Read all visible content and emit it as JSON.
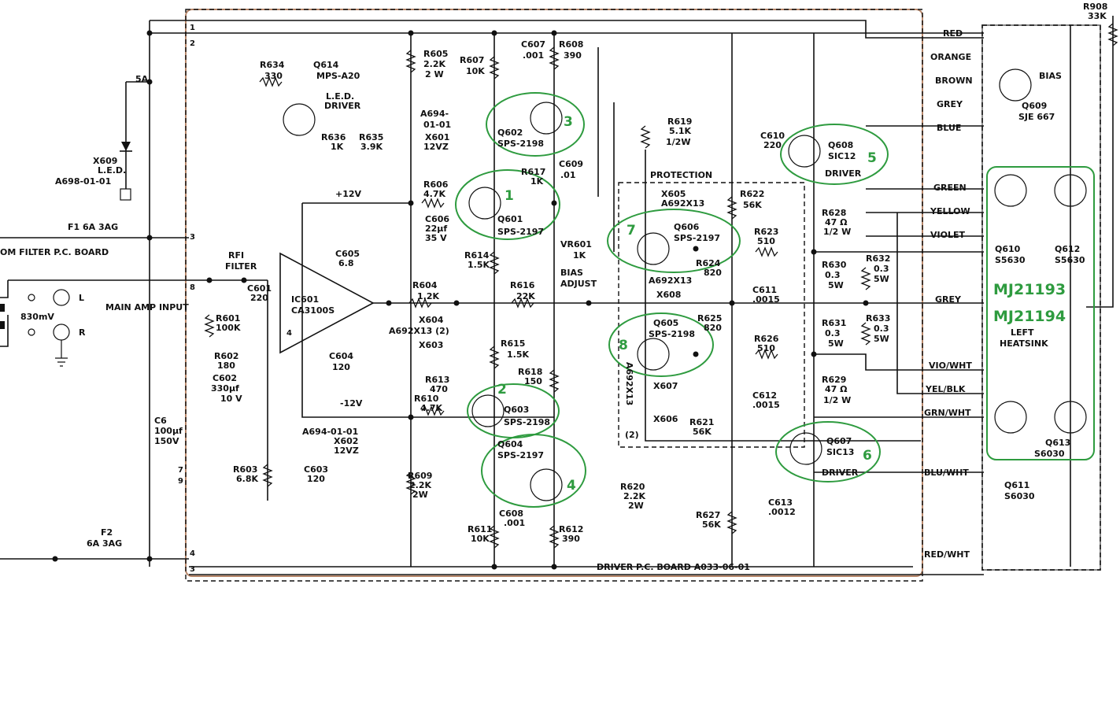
{
  "board": {
    "title": "DRIVER P.C. BOARD A033-06-01",
    "input_label": "MAIN AMP INPUT",
    "input_level": "830mV",
    "ch_l": "L",
    "ch_r": "R",
    "filter_board": "OM FILTER P.C. BOARD",
    "fuse1": "F1 6A 3AG",
    "fuse2": "F2",
    "fuse2_val": "6A 3AG",
    "supply_pos": "+12V",
    "supply_neg": "-12V",
    "rfi": "RFI",
    "rfi2": "FILTER",
    "protection": "PROTECTION",
    "bias_adjust": "BIAS",
    "bias_adjust2": "ADJUST",
    "heatsink": "LEFT",
    "heatsink2": "HEATSINK",
    "mj1": "MJ21193",
    "mj2": "MJ21194",
    "led_current": "5A"
  },
  "wires": [
    "RED",
    "ORANGE",
    "BROWN",
    "GREY",
    "BLUE",
    "GREEN",
    "YELLOW",
    "VIOLET",
    "GREY",
    "VIO/WHT",
    "YEL/BLK",
    "GRN/WHT",
    "BLU/WHT",
    "RED/WHT"
  ],
  "pins": [
    "1",
    "2",
    "8",
    "3",
    "4",
    "7",
    "9",
    "4",
    "3"
  ],
  "components": {
    "q614": "Q614",
    "q614v": "MPS-A20",
    "led_drv": "L.E.D.",
    "led_drv2": "DRIVER",
    "r634": "R634",
    "r634v": "330",
    "r636": "R636",
    "r636v": "1K",
    "r635": "R635",
    "r635v": "3.9K",
    "x609": "X609",
    "x609b": "L.E.D.",
    "x609c": "A698-01-01",
    "r605": "R605",
    "r605v": "2.2K",
    "r605w": "2 W",
    "r607": "R607",
    "r607v": "10K",
    "c607": "C607",
    "c607v": ".001",
    "r608": "R608",
    "r608v": "390",
    "a694": "A694-",
    "a694b": "01-01",
    "x601": "X601",
    "x601v": "12VZ",
    "q602": "Q602",
    "q602v": "SPS-2198",
    "c609": "C609",
    "c609v": ".01",
    "r617": "R617",
    "r617v": "1K",
    "r606": "R606",
    "r606v": "4.7K",
    "c606": "C606",
    "c606v": "22µf",
    "c606w": "35 V",
    "q601": "Q601",
    "q601v": "SPS-2197",
    "vr601": "VR601",
    "vr601v": "1K",
    "r614": "R614",
    "r614v": "1.5K",
    "ic601": "IC601",
    "ic601v": "CA3100S",
    "c605": "C605",
    "c605v": "6.8",
    "c601": "C601",
    "c601v": "220",
    "r601": "R601",
    "r601v": "100K",
    "r602": "R602",
    "r602v": "180",
    "c602": "C602",
    "c602v": "330µf",
    "c602w": "10 V",
    "c604": "C604",
    "c604v": "120",
    "r604": "R604",
    "r604v": "1.2K",
    "r616": "R616",
    "r616v": "22K",
    "x604": "X604",
    "x604b": "A692X13 (2)",
    "x603": "X603",
    "r615": "R615",
    "r615v": "1.5K",
    "r618": "R618",
    "r618v": "150",
    "r613": "R613",
    "r613v": "470",
    "r610": "R610",
    "r610v": "4.7K",
    "q603": "Q603",
    "q603v": "SPS-2198",
    "q604": "Q604",
    "q604v": "SPS-2197",
    "x602": "X602",
    "x602v": "12VZ",
    "x602a": "A694-01-01",
    "r609": "R609",
    "r609v": "2.2K",
    "r609w": "2W",
    "r620": "R620",
    "r620v": "2.2K",
    "r620w": "2W",
    "c608": "C608",
    "c608v": ".001",
    "r611": "R611",
    "r611v": "10K",
    "r612": "R612",
    "r612v": "390",
    "c6": "C6",
    "c6v": "100µf",
    "c6w": "150V",
    "r603": "R603",
    "r603v": "6.8K",
    "c603": "C603",
    "c603v": "120",
    "r619": "R619",
    "r619v": "5.1K",
    "r619w": "1/2W",
    "c610": "C610",
    "c610v": "220",
    "q608": "Q608",
    "q608v": "SIC12",
    "q608d": "DRIVER",
    "x605": "X605",
    "x605v": "A692X13",
    "r622": "R622",
    "r622v": "56K",
    "q606": "Q606",
    "q606v": "SPS-2197",
    "r623": "R623",
    "r623v": "510",
    "r624": "R624",
    "r624v": "820",
    "c611": "C611",
    "c611v": ".0015",
    "a692": "A692X13",
    "x608": "X608",
    "q605": "Q605",
    "q605v": "SPS-2198",
    "r625": "R625",
    "r625v": "820",
    "r626": "R626",
    "r626v": "510",
    "c612": "C612",
    "c612v": ".0015",
    "x607": "X607",
    "x606": "X606",
    "a692v": "A692X13",
    "a692n": "(2)",
    "r621": "R621",
    "r621v": "56K",
    "q607": "Q607",
    "q607v": "SIC13",
    "q607d": "DRIVER",
    "c613": "C613",
    "c613v": ".0012",
    "r627": "R627",
    "r627v": "56K",
    "r628": "R628",
    "r628v": "47 Ω",
    "r628w": "1/2 W",
    "r630": "R630",
    "r630v": "0.3",
    "r630w": "5W",
    "r632": "R632",
    "r632v": "0.3",
    "r632w": "5W",
    "r631": "R631",
    "r631v": "0.3",
    "r631w": "5W",
    "r633": "R633",
    "r633v": "0.3",
    "r633w": "5W",
    "r629": "R629",
    "r629v": "47 Ω",
    "r629w": "1/2 W",
    "q609": "Q609",
    "q609v": "SJE 667",
    "bias": "BIAS",
    "q610": "Q610",
    "q610v": "S5630",
    "q612": "Q612",
    "q612v": "S5630",
    "q611": "Q611",
    "q611v": "S6030",
    "q613": "Q613",
    "q613v": "S6030",
    "r908": "R908",
    "r908v": "33K"
  },
  "highlight_numbers": [
    "1",
    "2",
    "3",
    "4",
    "5",
    "6",
    "7",
    "8"
  ],
  "colors": {
    "highlight": "#2e9b3f",
    "board_outline": "#b8876a",
    "heatsink_outline": "#8a8a8a"
  }
}
